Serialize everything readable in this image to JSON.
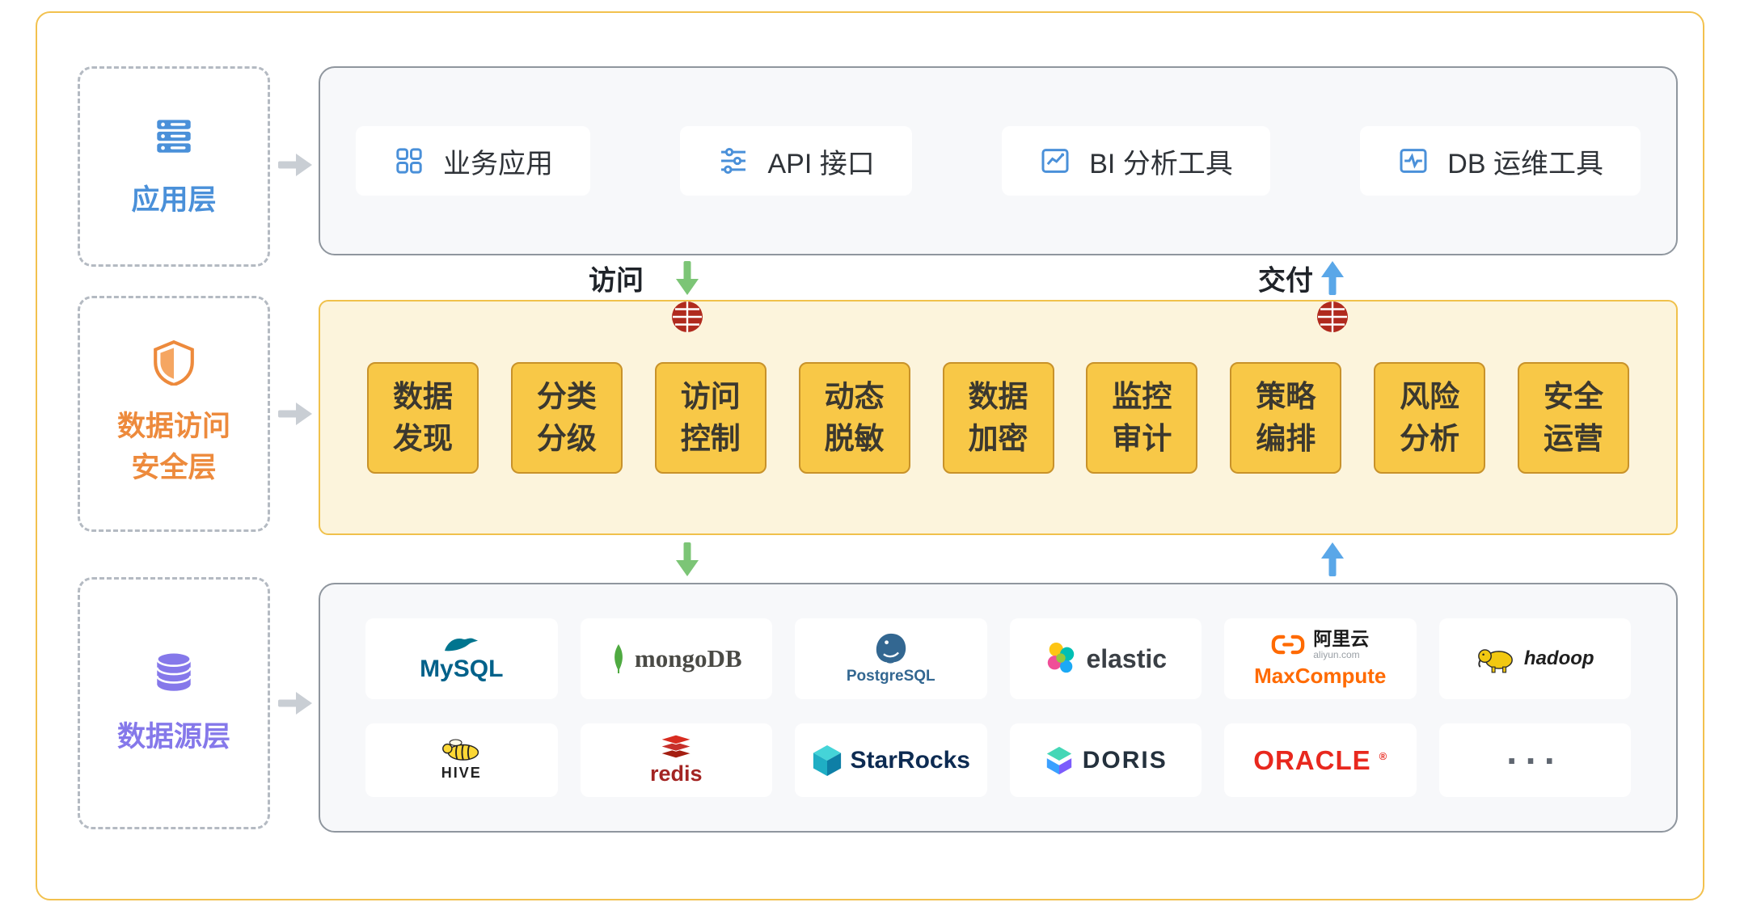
{
  "app_layer": {
    "label": "应用层",
    "cards": [
      {
        "label": "业务应用",
        "icon": "grid-icon"
      },
      {
        "label": "API 接口",
        "icon": "sliders-icon"
      },
      {
        "label": "BI 分析工具",
        "icon": "bi-chart-icon"
      },
      {
        "label": "DB 运维工具",
        "icon": "db-monitor-icon"
      }
    ]
  },
  "security_layer": {
    "label_line1": "数据访问",
    "label_line2": "安全层",
    "capabilities": [
      {
        "line1": "数据",
        "line2": "发现"
      },
      {
        "line1": "分类",
        "line2": "分级"
      },
      {
        "line1": "访问",
        "line2": "控制"
      },
      {
        "line1": "动态",
        "line2": "脱敏"
      },
      {
        "line1": "数据",
        "line2": "加密"
      },
      {
        "line1": "监控",
        "line2": "审计"
      },
      {
        "line1": "策略",
        "line2": "编排"
      },
      {
        "line1": "风险",
        "line2": "分析"
      },
      {
        "line1": "安全",
        "line2": "运营"
      }
    ]
  },
  "source_layer": {
    "label": "数据源层",
    "row1": [
      {
        "name": "mysql",
        "text": "MySQL"
      },
      {
        "name": "mongodb",
        "text": "mongoDB"
      },
      {
        "name": "postgresql",
        "text": "PostgreSQL"
      },
      {
        "name": "elastic",
        "text": "elastic"
      },
      {
        "name": "aliyun-maxcompute",
        "brand": "阿里云",
        "brand_sub": "aliyun.com",
        "text": "MaxCompute"
      },
      {
        "name": "hadoop",
        "text": "hadoop"
      }
    ],
    "row2": [
      {
        "name": "hive",
        "text": "HIVE"
      },
      {
        "name": "redis",
        "text": "redis"
      },
      {
        "name": "starrocks",
        "text": "StarRocks"
      },
      {
        "name": "doris",
        "text": "DORIS"
      },
      {
        "name": "oracle",
        "text": "ORACLE",
        "reg": "®"
      },
      {
        "name": "more",
        "text": "···"
      }
    ]
  },
  "flows": {
    "access_label": "访问",
    "deliver_label": "交付"
  },
  "colors": {
    "frame_gold": "#F2C14E",
    "app_blue": "#4A90D9",
    "security_orange": "#ED8A3C",
    "source_purple": "#8578EA",
    "capability_yellow": "#F8C847",
    "security_bg": "#FCF4DC",
    "green_arrow": "#7CC576",
    "blue_arrow": "#5AA7E8",
    "gateway_red": "#B02A1E"
  }
}
